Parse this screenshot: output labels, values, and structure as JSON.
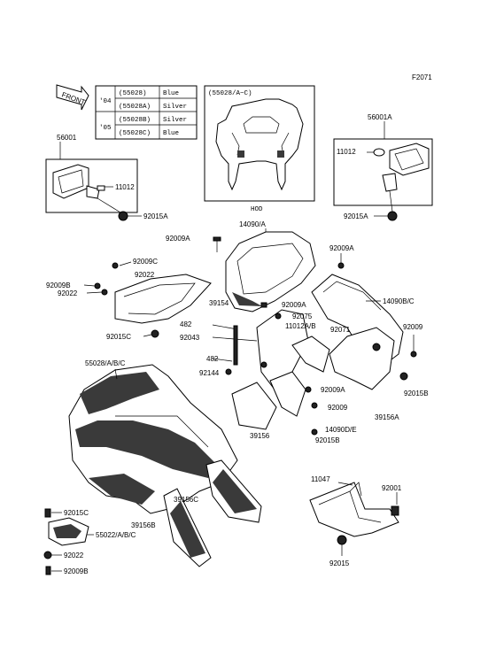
{
  "figure_id": "F2071",
  "front_label": "FRONT",
  "legend": {
    "rows": [
      {
        "year": "'04",
        "part": "(55028)",
        "color": "Blue"
      },
      {
        "year": "",
        "part": "(55028A)",
        "color": "Silver"
      },
      {
        "year": "'05",
        "part": "(55028B)",
        "color": "Silver"
      },
      {
        "year": "",
        "part": "(55028C)",
        "color": "Blue"
      }
    ]
  },
  "inset": {
    "title": "(55028/A~C)",
    "note": "HOD"
  },
  "labels": {
    "l_56001": "56001",
    "l_11012_left": "11012",
    "l_92015A_left": "92015A",
    "l_56001A": "56001A",
    "l_11012_right": "11012",
    "l_92015A_right": "92015A",
    "l_92009A_a": "92009A",
    "l_14090A": "14090/A",
    "l_92009A_b": "92009A",
    "l_92009C": "92009C",
    "l_92009B": "92009B",
    "l_92022_a": "92022",
    "l_92022_b": "92022",
    "l_39154": "39154",
    "l_92015C_a": "92015C",
    "l_482_a": "482",
    "l_92043": "92043",
    "l_482_b": "482",
    "l_92009A_c": "92009A",
    "l_92075": "92075",
    "l_11012AB": "11012A/B",
    "l_14090BC": "14090B/C",
    "l_92071": "92071",
    "l_92009_a": "92009",
    "l_92144": "92144",
    "l_92009A_d": "92009A",
    "l_92015B_a": "92015B",
    "l_55028ABC": "55028/A/B/C",
    "l_39156A": "39156A",
    "l_92009_b": "92009",
    "l_39156": "39156",
    "l_14090DE": "14090D/E",
    "l_92015B_b": "92015B",
    "l_11047": "11047",
    "l_92001": "92001",
    "l_39156C": "39156C",
    "l_92015C_b": "92015C",
    "l_39156B": "39156B",
    "l_55022ABC": "55022/A/B/C",
    "l_92022_c": "92022",
    "l_92009B_b": "92009B",
    "l_92015": "92015"
  }
}
